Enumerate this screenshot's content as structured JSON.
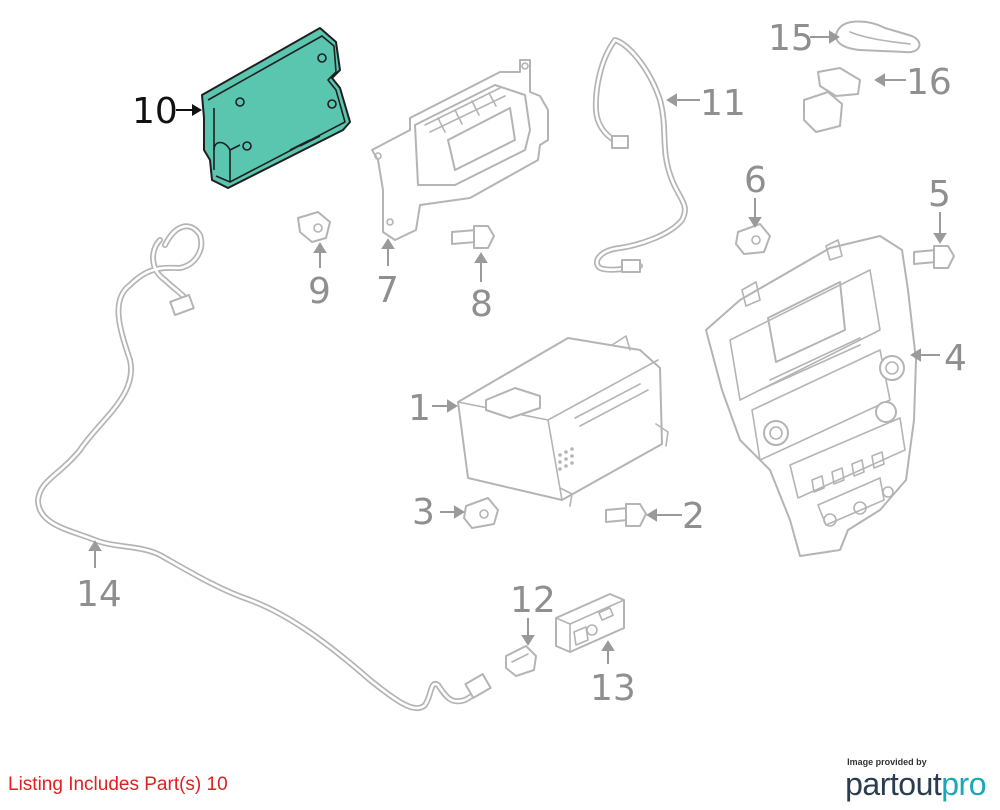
{
  "diagram": {
    "highlighted_part": "10",
    "callouts": [
      {
        "id": "1",
        "label": "1"
      },
      {
        "id": "2",
        "label": "2"
      },
      {
        "id": "3",
        "label": "3"
      },
      {
        "id": "4",
        "label": "4"
      },
      {
        "id": "5",
        "label": "5"
      },
      {
        "id": "6",
        "label": "6"
      },
      {
        "id": "7",
        "label": "7"
      },
      {
        "id": "8",
        "label": "8"
      },
      {
        "id": "9",
        "label": "9"
      },
      {
        "id": "10",
        "label": "10"
      },
      {
        "id": "11",
        "label": "11"
      },
      {
        "id": "12",
        "label": "12"
      },
      {
        "id": "13",
        "label": "13"
      },
      {
        "id": "14",
        "label": "14"
      },
      {
        "id": "15",
        "label": "15"
      },
      {
        "id": "16",
        "label": "16"
      }
    ],
    "colors": {
      "highlight": "#5bc6b0",
      "part_outline": "#b4b4b4",
      "label_gray": "#8f8f8f",
      "listing_red": "#e02020"
    }
  },
  "footer": {
    "listing_text": "Listing Includes Part(s) 10",
    "credit_small": "Image provided by",
    "brand_part1": "partout",
    "brand_part2": "pro"
  }
}
